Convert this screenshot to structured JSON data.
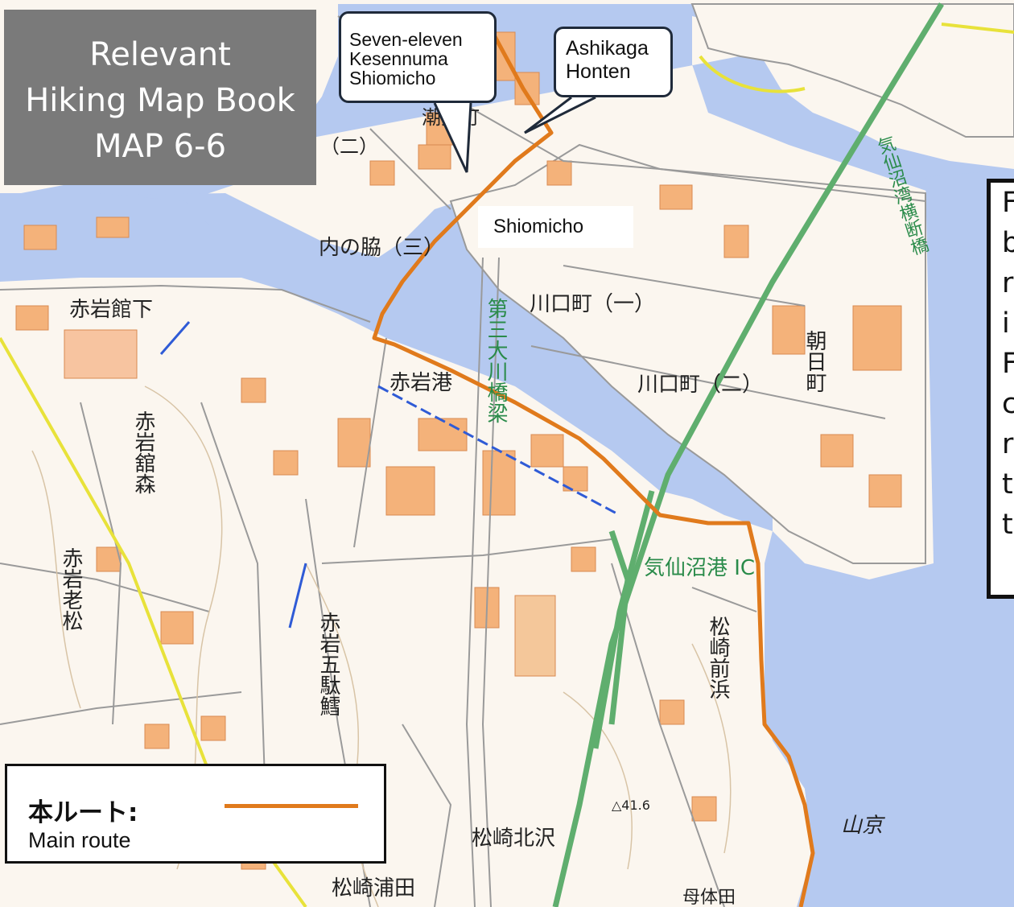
{
  "title": {
    "lines": [
      "Relevant",
      "Hiking Map Book",
      "MAP 6-6"
    ]
  },
  "callouts": {
    "seven_eleven": {
      "lines": [
        "Seven-eleven",
        "Kesennuma",
        "Shiomicho"
      ]
    },
    "ashikaga": {
      "lines": [
        "Ashikaga",
        "Honten"
      ]
    }
  },
  "area_label": "Shiomicho",
  "side_panel": {
    "visible_fragments": [
      "F",
      "b",
      "r",
      "i",
      "F",
      "c",
      "r",
      "t",
      "t"
    ]
  },
  "legend": {
    "label_jp": "本ルート:",
    "label_en": "Main route",
    "route_color": "#e07a1c"
  },
  "map_labels": [
    {
      "text": "内の脇（三）",
      "vertical": false
    },
    {
      "text": "赤岩館下",
      "vertical": false
    },
    {
      "text": "赤岩港",
      "vertical": false
    },
    {
      "text": "川口町（一）",
      "vertical": false
    },
    {
      "text": "川口町（二）",
      "vertical": false
    },
    {
      "text": "気仙沼港 IC",
      "vertical": false
    },
    {
      "text": "松崎北沢",
      "vertical": false
    },
    {
      "text": "松崎浦田",
      "vertical": false
    },
    {
      "text": "山京",
      "vertical": false
    },
    {
      "text": "母体田",
      "vertical": false
    },
    {
      "text": "△41.6",
      "vertical": false
    },
    {
      "text": "赤岩舘森",
      "vertical": true
    },
    {
      "text": "赤岩老松",
      "vertical": true
    },
    {
      "text": "赤岩五駄鱈",
      "vertical": true
    },
    {
      "text": "松崎前浜",
      "vertical": true
    },
    {
      "text": "朝日町",
      "vertical": true
    },
    {
      "text": "第三大川橋梁",
      "vertical": true
    },
    {
      "text": "気仙沼湾横断橋",
      "vertical": true
    },
    {
      "text": "潮見町",
      "vertical": false
    },
    {
      "text": "（二）",
      "vertical": false
    }
  ],
  "colors": {
    "sea": "#b5c9f0",
    "land": "#fbf6ef",
    "building": "#f4b27a",
    "highway": "#5fae6e",
    "route": "#e07a1c",
    "yellow_road": "#e8e23a"
  }
}
